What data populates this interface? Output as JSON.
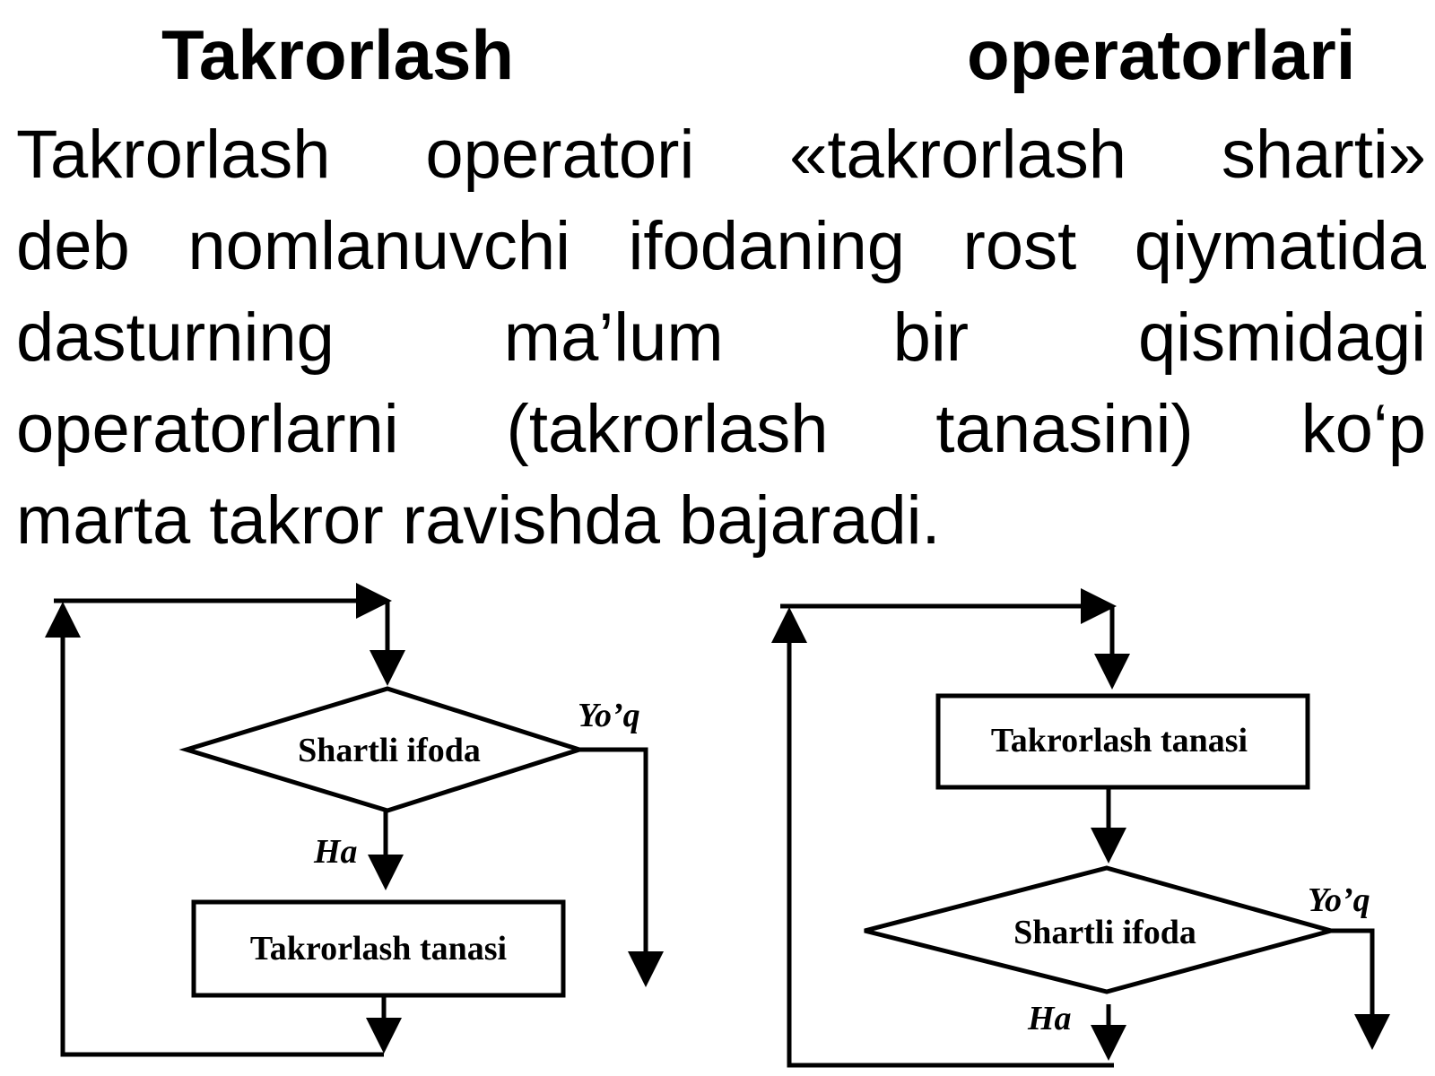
{
  "title": {
    "left": "Takrorlash",
    "right": "operatorlari"
  },
  "paragraph": {
    "lines": [
      "Takrorlash operatori «takrorlash sharti»",
      "deb nomlanuvchi ifodaning rost qiymatida",
      "dasturning ma’lum bir qismidagi",
      "operatorlarni (takrorlash tanasini) ko‘p",
      "marta takror ravishda bajaradi."
    ]
  },
  "diagram_left": {
    "condition": "Shartli ifoda",
    "body": "Takrorlash tanasi",
    "yes_label": "Ha",
    "no_label": "Yo’q"
  },
  "diagram_right": {
    "body": "Takrorlash tanasi",
    "condition": "Shartli ifoda",
    "yes_label": "Ha",
    "no_label": "Yo’q"
  }
}
